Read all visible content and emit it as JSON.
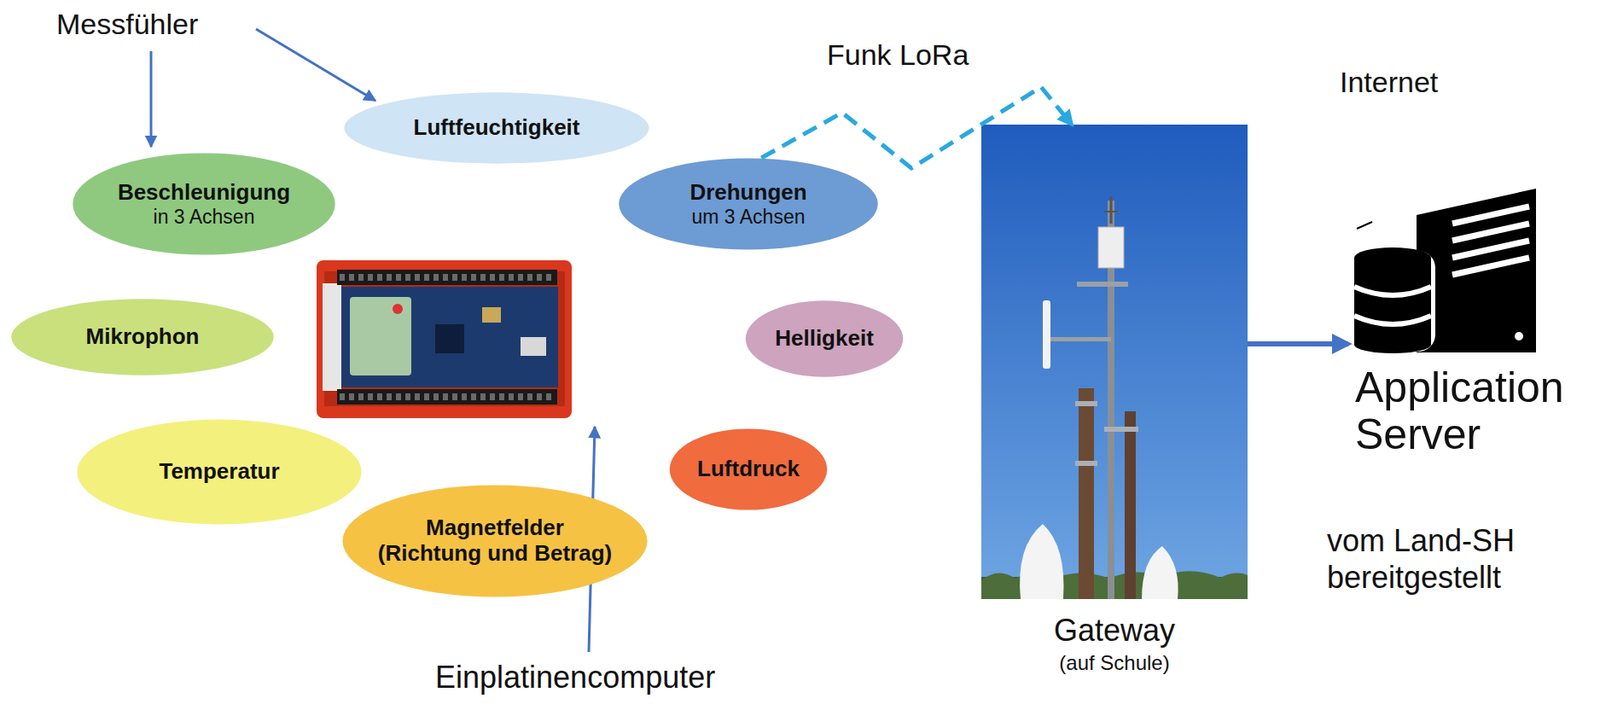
{
  "diagram": {
    "nodes": [
      {
        "text": [
          "Luftfeuchtigkeit"
        ]
      },
      {
        "text": [
          "Beschleunigung",
          "in 3 Achsen"
        ]
      },
      {
        "text": [
          "Drehungen",
          "um 3 Achsen"
        ]
      },
      {
        "text": [
          "Mikrophon"
        ]
      },
      {
        "text": [
          "Helligkeit"
        ]
      },
      {
        "text": [
          "Temperatur"
        ]
      },
      {
        "text": [
          "Luftdruck"
        ]
      },
      {
        "text": [
          "Magnetfelder",
          "(Richtung und Betrag)"
        ]
      },
      {
        "text": [
          "Gateway",
          "(auf Schule)"
        ]
      },
      {
        "text": [
          "Application Server"
        ]
      }
    ],
    "edges": [
      {
        "from": 2,
        "to": 8,
        "arrow": "to",
        "label": "Funk LoRa"
      },
      {
        "from": 8,
        "to": 9,
        "arrow": "to"
      }
    ],
    "labels": [
      "Messfühler",
      "Internet",
      "Einplatinencomputer",
      "vom Land-SH bereitgestellt"
    ]
  }
}
